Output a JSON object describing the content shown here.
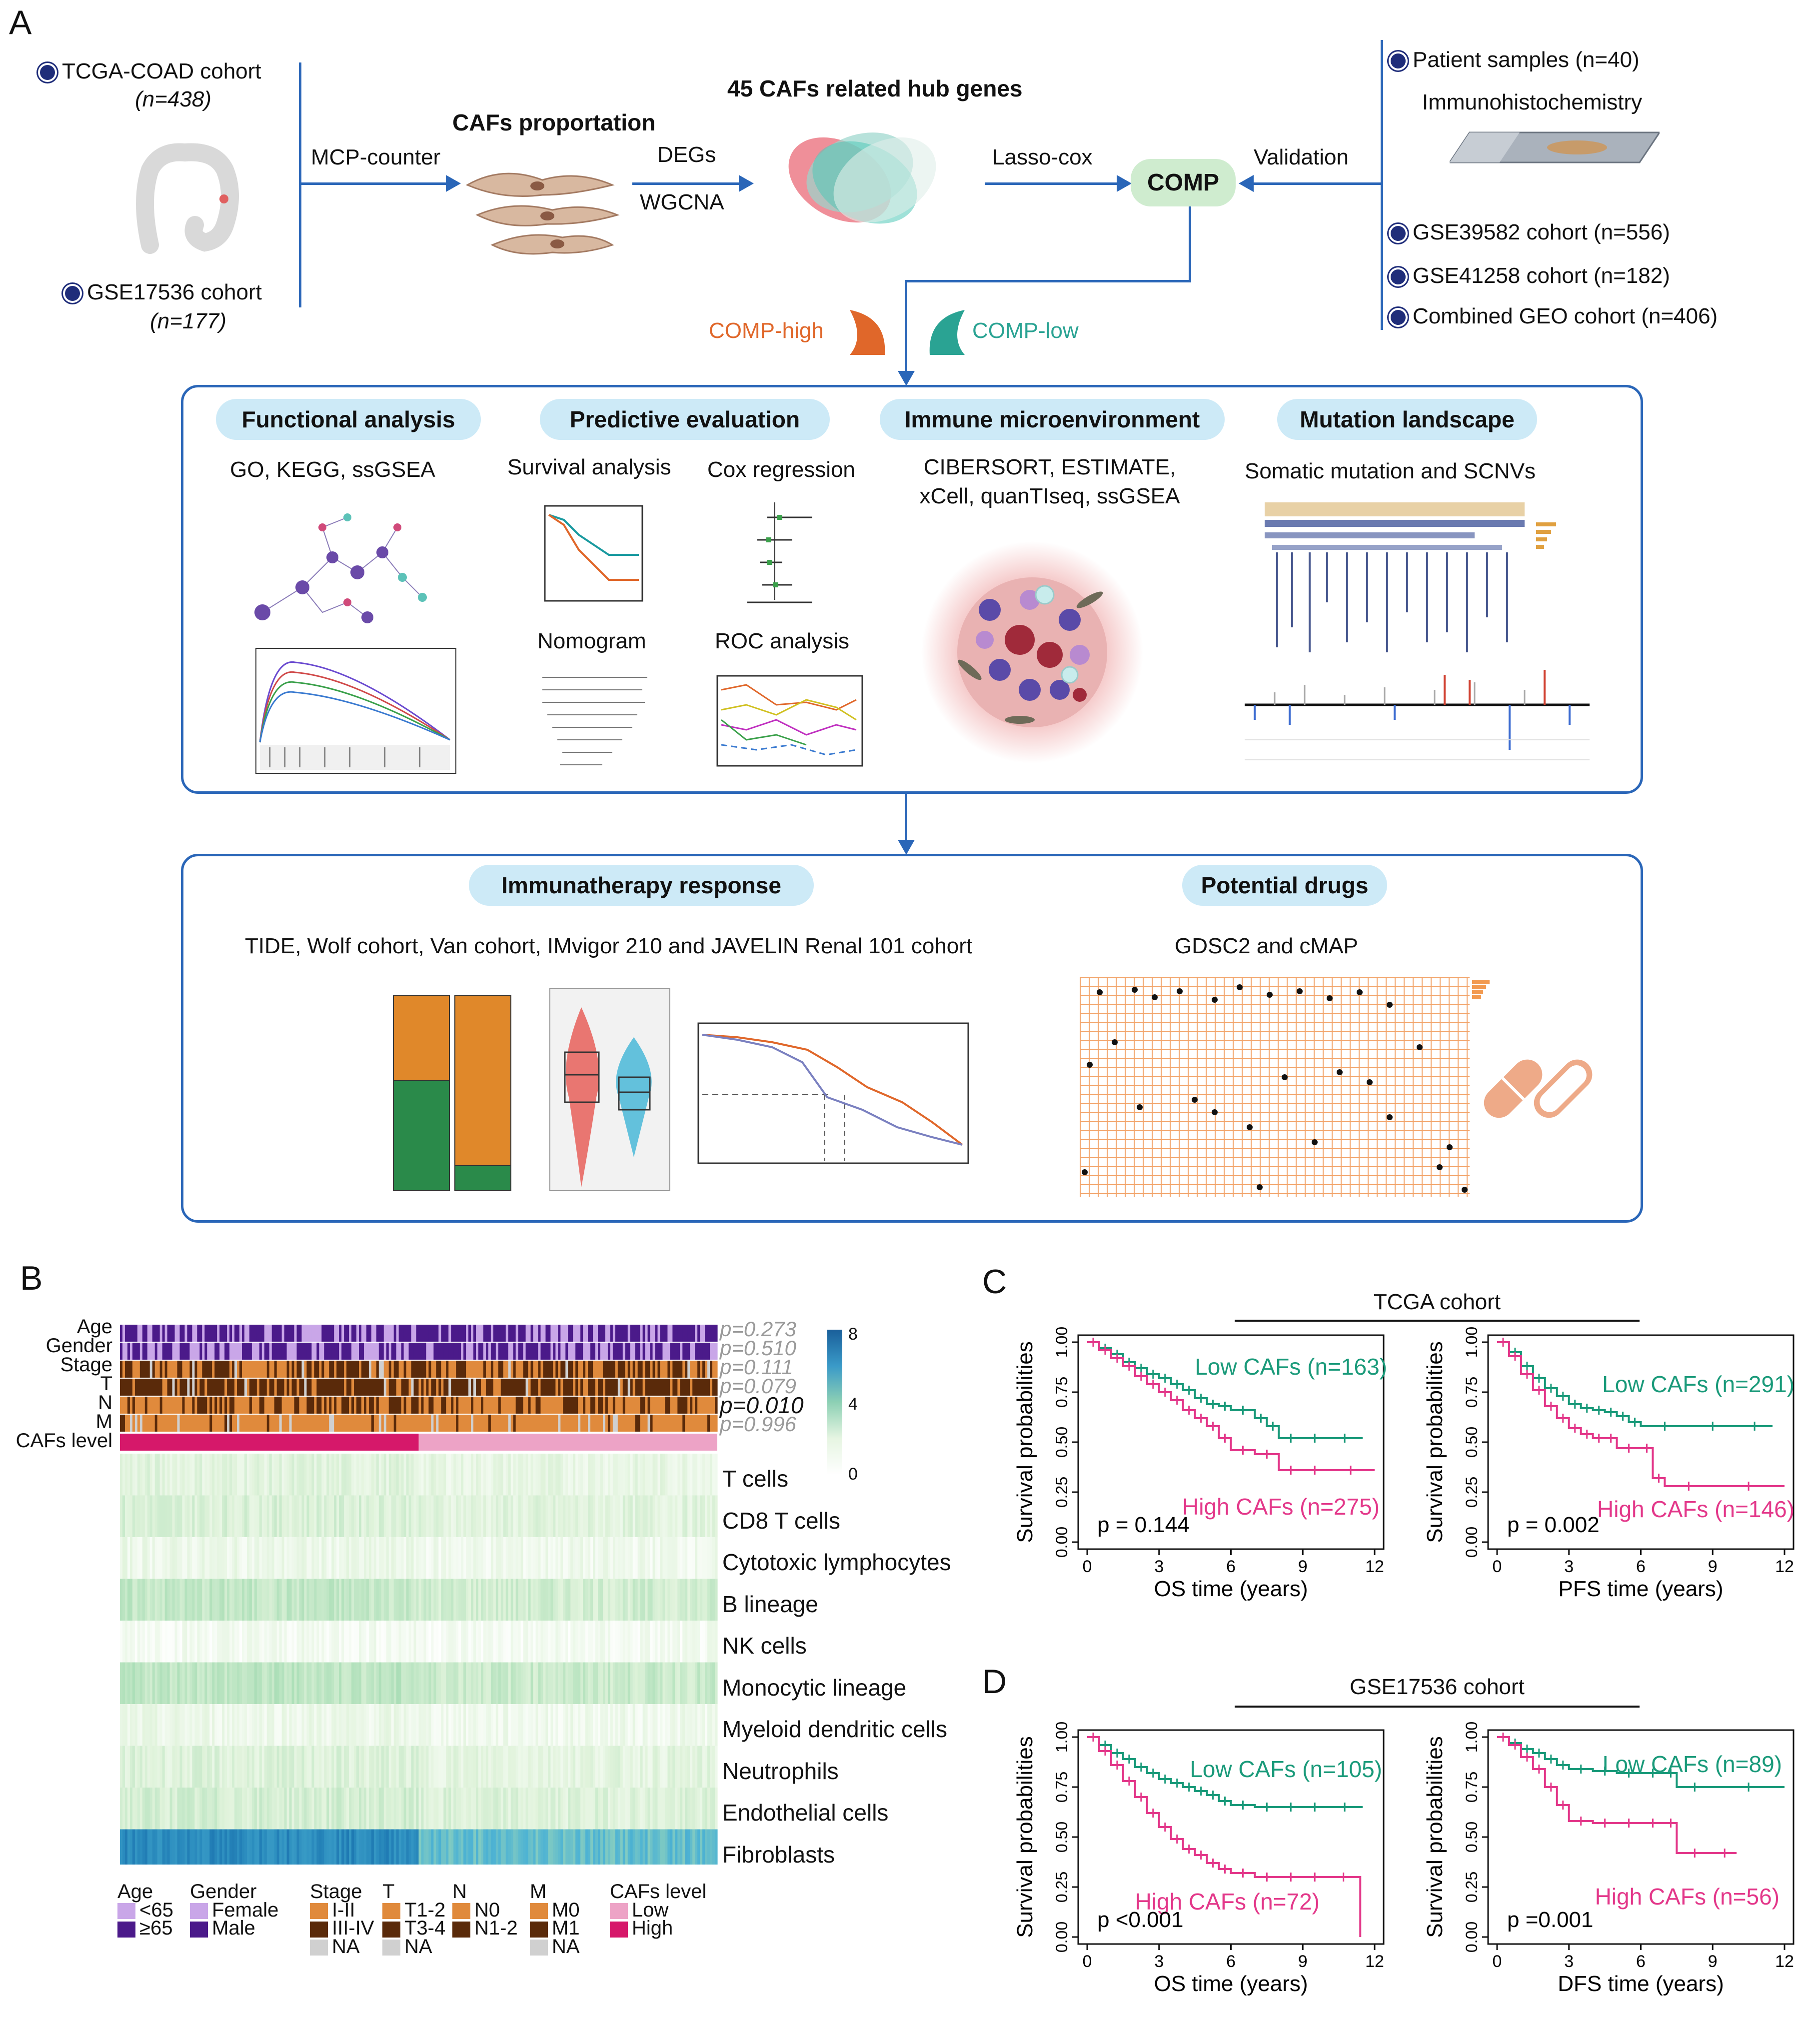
{
  "panel_A": {
    "letter": "A",
    "tcga_cohort": {
      "name": "TCGA-COAD cohort",
      "n_label": "(n=438)"
    },
    "gse17536_cohort": {
      "name": "GSE17536 cohort",
      "n_label": "(n=177)"
    },
    "mcp_counter": "MCP-counter",
    "cafs_proportion": "CAFs proportation",
    "degs": "DEGs",
    "wgcna": "WGCNA",
    "hub_genes": "45 CAFs related hub genes",
    "lasso_cox": "Lasso-cox",
    "comp": "COMP",
    "validation": "Validation",
    "patient_samples": "Patient samples (n=40)",
    "ihc": "Immunohistochemistry",
    "gse39582": "GSE39582 cohort (n=556)",
    "gse41258": "GSE41258 cohort (n=182)",
    "combined_geo": "Combined GEO cohort (n=406)",
    "comp_high": "COMP-high",
    "comp_low": "COMP-low",
    "functional_analysis": {
      "title": "Functional analysis",
      "sub": "GO, KEGG, ssGSEA"
    },
    "predictive_evaluation": {
      "title": "Predictive evaluation",
      "survival": "Survival analysis",
      "cox": "Cox regression",
      "nomogram": "Nomogram",
      "roc": "ROC analysis"
    },
    "immune_microenvironment": {
      "title": "Immune microenvironment",
      "sub1": "CIBERSORT, ESTIMATE,",
      "sub2": "xCell, quanTIseq, ssGSEA"
    },
    "mutation_landscape": {
      "title": "Mutation landscape",
      "sub": "Somatic mutation and SCNVs"
    },
    "immunotherapy_response": {
      "title": "Immunatherapy response",
      "sub": "TIDE, Wolf cohort, Van cohort, IMvigor 210 and JAVELIN Renal 101 cohort"
    },
    "potential_drugs": {
      "title": "Potential drugs",
      "sub": "GDSC2 and cMAP"
    }
  },
  "panel_B": {
    "letter": "B",
    "annotation_rows": [
      "Age",
      "Gender",
      "Stage",
      "T",
      "N",
      "M",
      "CAFs level"
    ],
    "pvalues": [
      "p=0.273",
      "p=0.510",
      "p=0.111",
      "p=0.079",
      "p=0.010",
      "p=0.996"
    ],
    "colorbar_ticks": [
      "8",
      "4",
      "0"
    ],
    "cell_types": [
      "T cells",
      "CD8 T cells",
      "Cytotoxic lymphocytes",
      "B lineage",
      "NK cells",
      "Monocytic lineage",
      "Myeloid dendritic cells",
      "Neutrophils",
      "Endothelial cells",
      "Fibroblasts"
    ],
    "legend": {
      "age": {
        "title": "Age",
        "items": [
          "<65",
          "≥65"
        ]
      },
      "gender": {
        "title": "Gender",
        "items": [
          "Female",
          "Male"
        ]
      },
      "stage": {
        "title": "Stage",
        "items": [
          "I-II",
          "III-IV",
          "NA"
        ]
      },
      "t": {
        "title": "T",
        "items": [
          "T1-2",
          "T3-4",
          "NA"
        ]
      },
      "n": {
        "title": "N",
        "items": [
          "N0",
          "N1-2"
        ]
      },
      "m": {
        "title": "M",
        "items": [
          "M0",
          "M1",
          "NA"
        ]
      },
      "cafs": {
        "title": "CAFs level",
        "items": [
          "Low",
          "High"
        ]
      }
    },
    "colors": {
      "purple_light": "#c9a6e8",
      "purple_dark": "#4b1a8a",
      "orange": "#e08a3c",
      "brown": "#5a2a0a",
      "grey": "#d0d0d0",
      "pink_light": "#eda3c6",
      "magenta": "#d6186a"
    }
  },
  "panel_C": {
    "letter": "C",
    "cohort": "TCGA cohort"
  },
  "panel_D": {
    "letter": "D",
    "cohort": "GSE17536 cohort"
  },
  "chart_data": [
    {
      "type": "line",
      "title": "",
      "xlabel": "OS time (years)",
      "ylabel": "Survival probabilities",
      "xlim": [
        0,
        12
      ],
      "ylim": [
        0,
        1
      ],
      "xticks": [
        0,
        3,
        6,
        9,
        12
      ],
      "yticks": [
        "0.00",
        "0.25",
        "0.50",
        "0.75",
        "1.00"
      ],
      "pvalue": "p = 0.144",
      "series": [
        {
          "name": "Low CAFs (n=163)",
          "color": "#1a9a7a",
          "x": [
            0,
            0.5,
            1,
            1.5,
            2,
            2.5,
            3,
            3.5,
            4,
            4.5,
            5,
            5.5,
            6,
            7,
            7.5,
            8,
            9,
            10,
            11.5
          ],
          "y": [
            1.0,
            0.97,
            0.94,
            0.9,
            0.87,
            0.84,
            0.82,
            0.79,
            0.76,
            0.72,
            0.69,
            0.68,
            0.66,
            0.62,
            0.58,
            0.52,
            0.52,
            0.52,
            0.52
          ]
        },
        {
          "name": "High CAFs (n=275)",
          "color": "#e3388a",
          "x": [
            0,
            0.5,
            1,
            1.5,
            2,
            2.5,
            3,
            3.5,
            4,
            4.5,
            5,
            5.5,
            6,
            7,
            8,
            9,
            10,
            12
          ],
          "y": [
            1.0,
            0.96,
            0.92,
            0.88,
            0.83,
            0.79,
            0.75,
            0.71,
            0.66,
            0.62,
            0.58,
            0.52,
            0.46,
            0.44,
            0.36,
            0.36,
            0.36,
            0.36
          ]
        }
      ]
    },
    {
      "type": "line",
      "title": "",
      "xlabel": "PFS time (years)",
      "ylabel": "Survival probabilities",
      "xlim": [
        0,
        12
      ],
      "ylim": [
        0,
        1
      ],
      "xticks": [
        0,
        3,
        6,
        9,
        12
      ],
      "yticks": [
        "0.00",
        "0.25",
        "0.50",
        "0.75",
        "1.00"
      ],
      "pvalue": "p = 0.002",
      "series": [
        {
          "name": "Low CAFs (n=291)",
          "color": "#1a9a7a",
          "x": [
            0,
            0.5,
            1,
            1.5,
            2,
            2.5,
            3,
            3.5,
            4,
            4.5,
            5,
            5.5,
            6,
            8,
            10,
            11.5
          ],
          "y": [
            1.0,
            0.95,
            0.88,
            0.82,
            0.77,
            0.73,
            0.69,
            0.67,
            0.66,
            0.65,
            0.63,
            0.6,
            0.58,
            0.58,
            0.58,
            0.58
          ]
        },
        {
          "name": "High CAFs (n=146)",
          "color": "#e3388a",
          "x": [
            0,
            0.5,
            1,
            1.5,
            2,
            2.5,
            3,
            3.5,
            4,
            4.5,
            5,
            6,
            6.5,
            7,
            9,
            12
          ],
          "y": [
            1.0,
            0.93,
            0.84,
            0.76,
            0.68,
            0.62,
            0.57,
            0.54,
            0.52,
            0.52,
            0.47,
            0.47,
            0.32,
            0.28,
            0.28,
            0.28
          ]
        }
      ]
    },
    {
      "type": "line",
      "title": "",
      "xlabel": "OS time (years)",
      "ylabel": "Survival probabilities",
      "xlim": [
        0,
        12
      ],
      "ylim": [
        0,
        1
      ],
      "xticks": [
        0,
        3,
        6,
        9,
        12
      ],
      "yticks": [
        "0.00",
        "0.25",
        "0.50",
        "0.75",
        "1.00"
      ],
      "pvalue": "p <0.001",
      "series": [
        {
          "name": "Low CAFs (n=105)",
          "color": "#1a9a7a",
          "x": [
            0,
            0.5,
            1,
            1.5,
            2,
            2.5,
            3,
            3.5,
            4,
            4.5,
            5,
            5.5,
            6,
            7,
            8,
            9,
            10,
            11.5
          ],
          "y": [
            1.0,
            0.96,
            0.92,
            0.89,
            0.85,
            0.82,
            0.79,
            0.77,
            0.75,
            0.73,
            0.71,
            0.68,
            0.66,
            0.65,
            0.65,
            0.65,
            0.65,
            0.65
          ]
        },
        {
          "name": "High CAFs (n=72)",
          "color": "#e3388a",
          "x": [
            0,
            0.5,
            1,
            1.5,
            2,
            2.5,
            3,
            3.5,
            4,
            4.5,
            5,
            5.5,
            6,
            7,
            8,
            9,
            10,
            11.4
          ],
          "y": [
            1.0,
            0.93,
            0.86,
            0.78,
            0.7,
            0.62,
            0.55,
            0.49,
            0.44,
            0.41,
            0.37,
            0.34,
            0.32,
            0.3,
            0.3,
            0.3,
            0.3,
            0.0
          ]
        }
      ]
    },
    {
      "type": "line",
      "title": "",
      "xlabel": "DFS time (years)",
      "ylabel": "Survival probabilities",
      "xlim": [
        0,
        12
      ],
      "ylim": [
        0,
        1
      ],
      "xticks": [
        0,
        3,
        6,
        9,
        12
      ],
      "yticks": [
        "0.00",
        "0.25",
        "0.50",
        "0.75",
        "1.00"
      ],
      "pvalue": "p =0.001",
      "series": [
        {
          "name": "Low CAFs (n=89)",
          "color": "#1a9a7a",
          "x": [
            0,
            0.5,
            1,
            1.5,
            2,
            2.5,
            3,
            4,
            5,
            6,
            7,
            7.5,
            9,
            12
          ],
          "y": [
            1.0,
            0.97,
            0.94,
            0.92,
            0.89,
            0.86,
            0.84,
            0.83,
            0.82,
            0.82,
            0.82,
            0.75,
            0.75,
            0.75
          ]
        },
        {
          "name": "High CAFs (n=56)",
          "color": "#e3388a",
          "x": [
            0,
            0.5,
            1,
            1.5,
            2,
            2.5,
            3,
            4,
            5,
            6,
            7,
            7.5,
            9,
            10
          ],
          "y": [
            1.0,
            0.96,
            0.9,
            0.84,
            0.75,
            0.66,
            0.58,
            0.57,
            0.57,
            0.57,
            0.57,
            0.42,
            0.42,
            0.42
          ]
        }
      ]
    }
  ]
}
